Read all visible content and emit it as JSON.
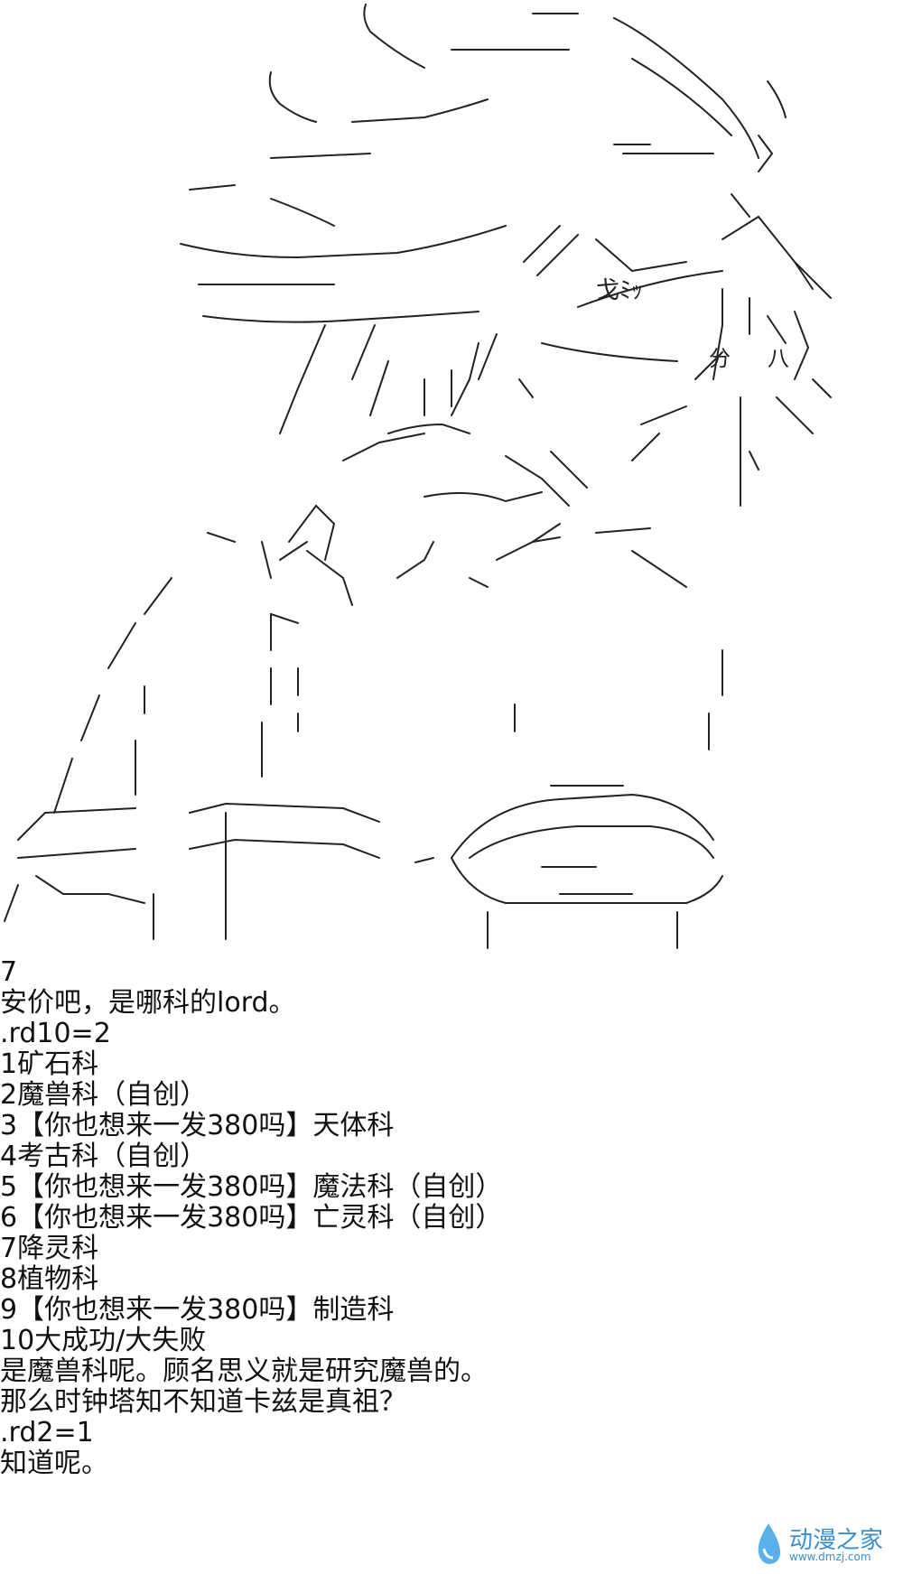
{
  "art": {
    "sfx": [
      "戈ﾐｯ",
      "分",
      "八"
    ]
  },
  "text_lines": [
    "7",
    "安价吧，是哪科的lord。",
    ".rd10=2",
    "1矿石科",
    "2魔兽科（自创）",
    "3【你也想来一发380吗】天体科",
    "4考古科（自创）",
    "5【你也想来一发380吗】魔法科（自创）",
    "6【你也想来一发380吗】亡灵科（自创）",
    "7降灵科",
    "8植物科",
    "9【你也想来一发380吗】制造科",
    "10大成功/大失败",
    "是魔兽科呢。顾名思义就是研究魔兽的。",
    "那么时钟塔知不知道卡兹是真祖？",
    ".rd2=1",
    "知道呢。"
  ],
  "watermark": {
    "name": "动漫之家",
    "url": "www.dmzj.com",
    "color": "#3a8fd0"
  }
}
